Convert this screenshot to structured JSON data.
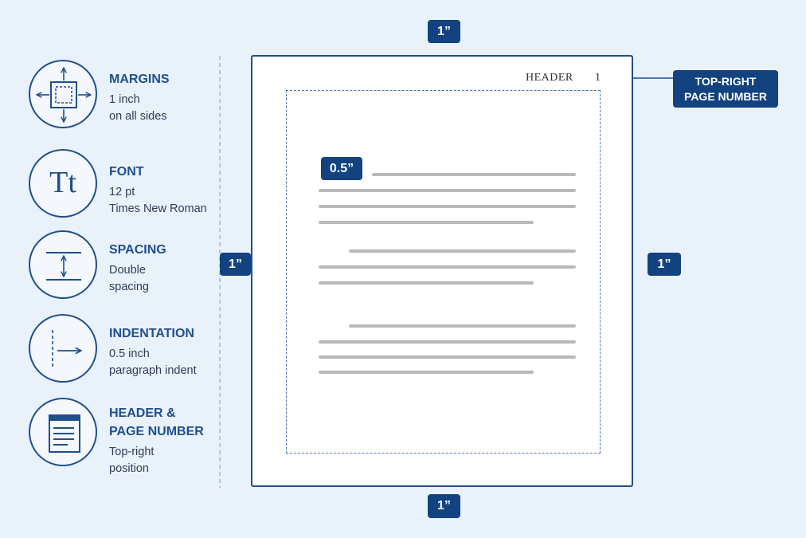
{
  "legend": [
    {
      "icon": "margins-icon",
      "title": "MARGINS",
      "description": "1 inch\non all sides"
    },
    {
      "icon": "font-icon",
      "icon_text": "Tt",
      "title": "FONT",
      "description": "12 pt\nTimes New Roman"
    },
    {
      "icon": "spacing-icon",
      "title": "SPACING",
      "description": "Double\nspacing"
    },
    {
      "icon": "indentation-icon",
      "title": "INDENTATION",
      "description": "0.5 inch\nparagraph indent"
    },
    {
      "icon": "header-page-number-icon",
      "title": "HEADER &\nPAGE NUMBER",
      "description": "Top-right\nposition"
    }
  ],
  "page": {
    "header_text": "HEADER",
    "page_number": "1"
  },
  "measurements": {
    "top_margin": "1”",
    "bottom_margin": "1”",
    "left_margin": "1”",
    "right_margin": "1”",
    "indent": "0.5”"
  },
  "callout": {
    "page_number_label": "TOP-RIGHT\nPAGE NUMBER"
  },
  "colors": {
    "accent": "#1f4f8c",
    "badge": "#12427f",
    "background": "#e9f1fb",
    "text_line": "#b9b9b9"
  }
}
